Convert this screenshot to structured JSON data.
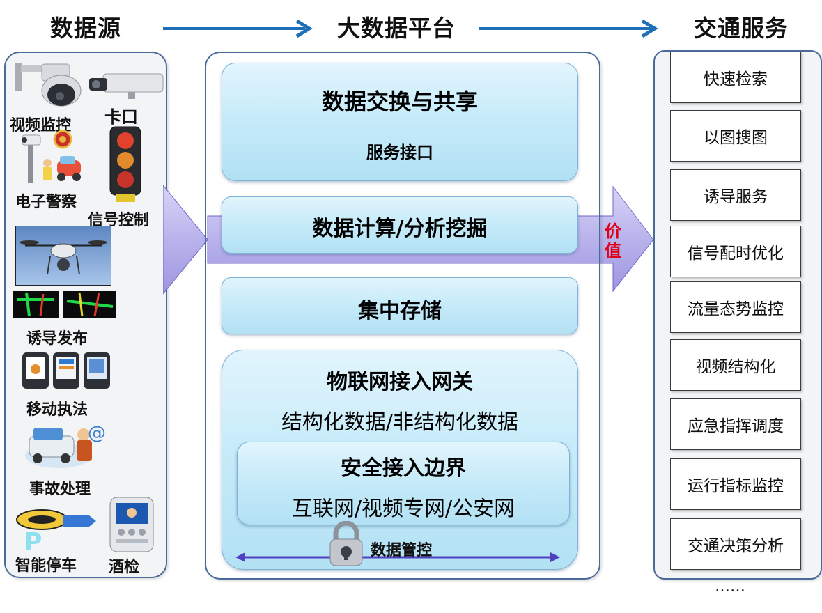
{
  "headers": {
    "source": "数据源",
    "platform": "大数据平台",
    "service": "交通服务"
  },
  "sources": {
    "video": "视频监控",
    "checkpoint": "卡口",
    "police": "电子警察",
    "signal": "信号控制",
    "guidance": "诱导发布",
    "mobile": "移动执法",
    "accident": "事故处理",
    "parking": "智能停车",
    "alcohol": "酒检"
  },
  "platform": {
    "exchange_title": "数据交换与共享",
    "exchange_sub": "服务接口",
    "compute": "数据计算/分析挖掘",
    "storage": "集中存储",
    "gateway_title": "物联网接入网关",
    "gateway_sub": "结构化数据/非结构化数据",
    "security_title": "安全接入边界",
    "security_sub": "互联网/视频专网/公安网",
    "control": "数据管控"
  },
  "value_label": {
    "line1": "价",
    "line2": "值"
  },
  "services": [
    "快速检索",
    "以图搜图",
    "诱导服务",
    "信号配时优化",
    "流量态势监控",
    "视频结构化",
    "应急指挥调度",
    "运行指标监控",
    "交通决策分析"
  ],
  "ellipsis": "……",
  "colors": {
    "arrow_blue": "#1f6fb8",
    "value_red": "#e0001a",
    "panel_border": "#4a6b9a",
    "box_fill": "#c7ebf9",
    "flow_arrow": "#b9b3ec"
  }
}
